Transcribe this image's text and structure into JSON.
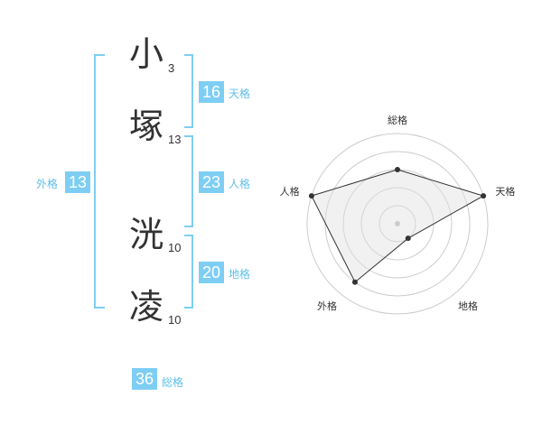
{
  "name_chars": [
    {
      "char": "小",
      "strokes": "3"
    },
    {
      "char": "塚",
      "strokes": "13"
    },
    {
      "char": "洸",
      "strokes": "10"
    },
    {
      "char": "凌",
      "strokes": "10"
    }
  ],
  "kaku": {
    "ten": {
      "value": "16",
      "label": "天格"
    },
    "jin": {
      "value": "23",
      "label": "人格"
    },
    "chi": {
      "value": "20",
      "label": "地格"
    },
    "gai": {
      "value": "13",
      "label": "外格"
    },
    "sou": {
      "value": "36",
      "label": "総格"
    }
  },
  "colors": {
    "accent": "#7ecef4",
    "accent_text": "#5fbfe8",
    "text": "#333333"
  },
  "chart_data": {
    "type": "radar",
    "axes": [
      "総格",
      "天格",
      "地格",
      "外格",
      "人格"
    ],
    "values": [
      3,
      5,
      1,
      4,
      5
    ],
    "rmax": 5,
    "rings": 5,
    "grid": true
  }
}
